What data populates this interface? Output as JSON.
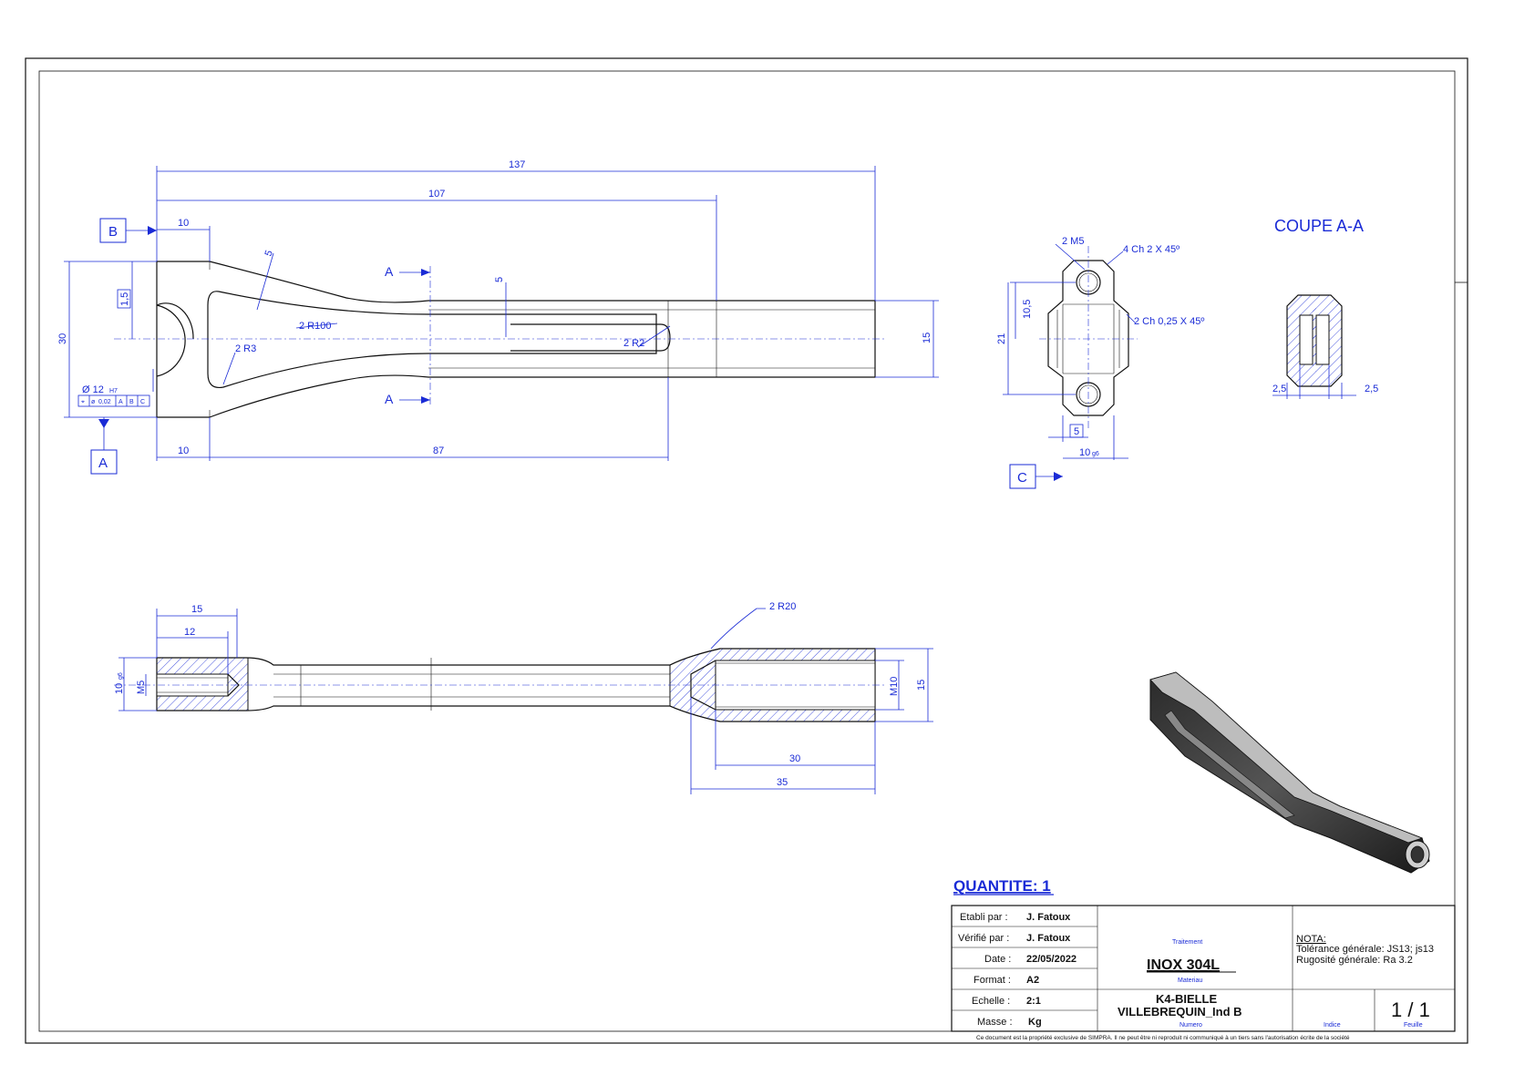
{
  "view_labels": {
    "section_title": "COUPE A-A",
    "section_mark": "A",
    "datum_a": "A",
    "datum_b": "B",
    "datum_c": "C"
  },
  "top_view_dims": {
    "d137": "137",
    "d107": "107",
    "d10_top": "10",
    "d10_bottom": "10",
    "d87": "87",
    "d30": "30",
    "d15": "15",
    "d5": "5",
    "d5_slot": "5",
    "d1_5": "1,5",
    "r100": "2 R100",
    "r3": "2 R3",
    "r2": "2 R2",
    "dia12": "Ø 12",
    "dia12_tol": "H7",
    "dia_val": "0,02",
    "phi": "ø"
  },
  "end_view_dims": {
    "m5": "2 M5",
    "ch2": "4 Ch 2 X 45º",
    "ch025": "2 Ch 0,25 X 45º",
    "d10_5": "10,5",
    "d21": "21",
    "d5box": "5",
    "d10g6": "10",
    "g6": "g6"
  },
  "section_dims": {
    "d2_5_left": "2,5",
    "d2_5_right": "2,5"
  },
  "side_view_dims": {
    "d15": "15",
    "d12": "12",
    "r20": "2 R20",
    "d10g6": "10",
    "g6": "g6",
    "m5": "M5",
    "m10": "M10",
    "d15_right": "15",
    "d30": "30",
    "d35": "35"
  },
  "quantity": "QUANTITE: 1",
  "title_block": {
    "etabli_label": "Etabli par :",
    "etabli_value": "J. Fatoux",
    "verifie_label": "Vérifié par :",
    "verifie_value": "J. Fatoux",
    "date_label": "Date :",
    "date_value": "22/05/2022",
    "format_label": "Format :",
    "format_value": "A2",
    "echelle_label": "Echelle :",
    "echelle_value": "2:1",
    "masse_label": "Masse :",
    "masse_value": "Kg",
    "traitement": "Traitement",
    "materiau_value": "INOX 304L",
    "materiau_label": "Materiau",
    "part_name_1": "K4-BIELLE",
    "part_name_2": "VILLEBREQUIN_Ind B",
    "numero": "Numero",
    "nota_title": "NOTA:",
    "nota_1": "Tolérance générale: JS13; js13",
    "nota_2": "Rugosité générale: Ra 3.2",
    "indice": "Indice",
    "feuille_value": "1 / 1",
    "feuille_label": "Feuille",
    "footer": "Ce document est la propriété exclusive de SIMPRA. Il ne peut être ni reproduit ni communiqué à un tiers sans l'autorisation écrite de la société"
  },
  "colors": {
    "dimension": "#1a2bd6",
    "line": "#111111",
    "link": "#1a2bd6"
  }
}
